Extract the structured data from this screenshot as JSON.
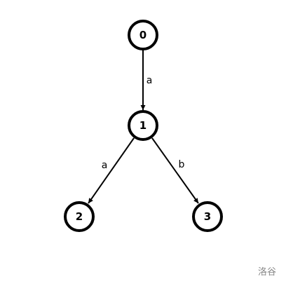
{
  "diagram": {
    "nodes": [
      {
        "id": "0",
        "label": "0"
      },
      {
        "id": "1",
        "label": "1"
      },
      {
        "id": "2",
        "label": "2"
      },
      {
        "id": "3",
        "label": "3"
      }
    ],
    "edges": [
      {
        "from": "0",
        "to": "1",
        "label": "a"
      },
      {
        "from": "1",
        "to": "2",
        "label": "a"
      },
      {
        "from": "1",
        "to": "3",
        "label": "b"
      }
    ]
  },
  "watermark": {
    "text": "洛谷"
  }
}
